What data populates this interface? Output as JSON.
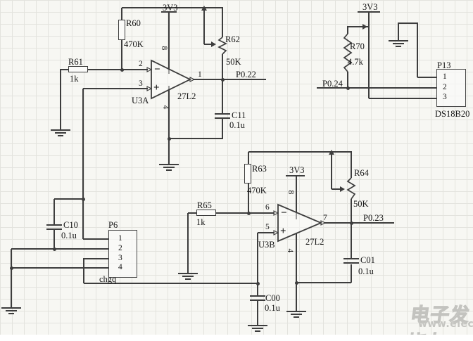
{
  "labels": {
    "vcc": "3V3",
    "u3a": {
      "ref": "U3A",
      "part": "27L2",
      "pin_inv": "2",
      "pin_non": "3",
      "pin_out": "1",
      "pin_v": "8",
      "pin_g": "4",
      "minus": "−",
      "plus": "+"
    },
    "u3b": {
      "ref": "U3B",
      "part": "27L2",
      "pin_inv": "6",
      "pin_non": "5",
      "pin_out": "7",
      "pin_v": "8",
      "pin_g": "4",
      "minus": "−",
      "plus": "+"
    },
    "r60": {
      "ref": "R60",
      "val": "470K"
    },
    "r61": {
      "ref": "R61",
      "val": "1k"
    },
    "r62": {
      "ref": "R62",
      "val": "50K"
    },
    "r63": {
      "ref": "R63",
      "val": "470K"
    },
    "r64": {
      "ref": "R64",
      "val": "50K"
    },
    "r65": {
      "ref": "R65",
      "val": "1k"
    },
    "r70": {
      "ref": "R70",
      "val": "4.7k"
    },
    "c10": {
      "ref": "C10",
      "val": "0.1u"
    },
    "c11": {
      "ref": "C11",
      "val": "0.1u"
    },
    "c00": {
      "ref": "C00",
      "val": "0.1u"
    },
    "c01": {
      "ref": "C01",
      "val": "0.1u"
    },
    "p13": {
      "ref": "P13",
      "part": "DS18B20",
      "pins": [
        "1",
        "2",
        "3"
      ]
    },
    "p6": {
      "ref": "P6",
      "label": "chgq",
      "pins": [
        "1",
        "2",
        "3",
        "4"
      ]
    },
    "net_p022": "P0.22",
    "net_p023": "P0.23",
    "net_p024": "P0.24"
  },
  "colors": {
    "wire": "#3d3d3d",
    "background": "#f7f7f3",
    "grid": "#e3e3de",
    "watermark": "#c5c5c1"
  },
  "watermark": {
    "brand": "电子发烧友",
    "site": "www.elecfans.com"
  }
}
